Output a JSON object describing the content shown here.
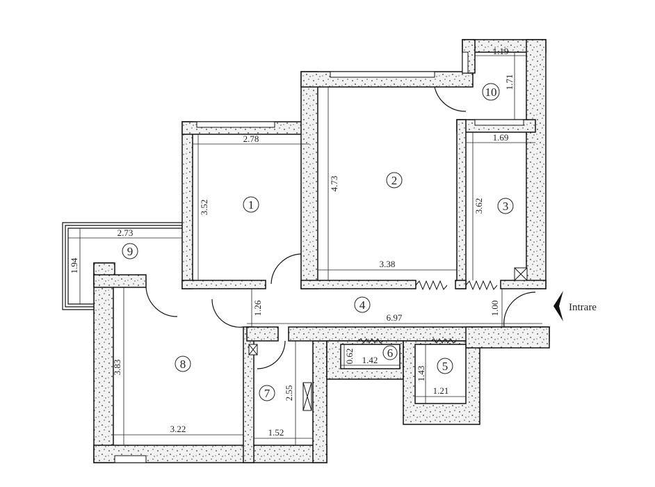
{
  "rooms": [
    {
      "number": "1"
    },
    {
      "number": "2"
    },
    {
      "number": "3"
    },
    {
      "number": "4"
    },
    {
      "number": "5"
    },
    {
      "number": "6"
    },
    {
      "number": "7"
    },
    {
      "number": "8"
    },
    {
      "number": "9"
    },
    {
      "number": "10"
    }
  ],
  "dimensions": {
    "r1_w": "2.78",
    "r1_h": "3.52",
    "r2_w": "3.38",
    "r2_h": "4.73",
    "r3_w": "1.69",
    "r3_h": "3.62",
    "r4_w": "6.97",
    "r4_h1": "1.26",
    "r4_h2": "1.00",
    "r5_w": "1.21",
    "r5_h": "1.43",
    "r6_w": "1.42",
    "r6_h": "0.62",
    "r7_w": "1.52",
    "r7_h": "2.55",
    "r8_w": "3.22",
    "r8_h": "3.83",
    "r9_w": "2.73",
    "r9_h": "1.94",
    "r10_w": "1.19",
    "r10_h": "1.71"
  },
  "entrance": {
    "label": "Intrare"
  }
}
